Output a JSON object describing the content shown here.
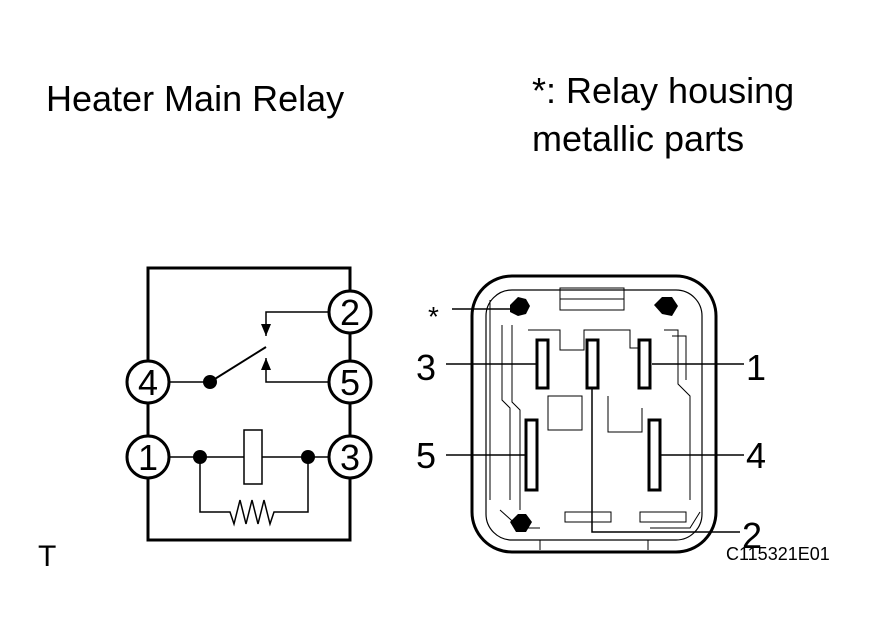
{
  "title": "Heater Main Relay",
  "note": {
    "line1": "*: Relay housing",
    "line2": "metallic parts",
    "marker": "*"
  },
  "corner_label": "T",
  "figure_code": "C115321E01",
  "schematic": {
    "terminals": [
      "2",
      "4",
      "5",
      "1",
      "3"
    ]
  },
  "connector": {
    "pins": [
      "3",
      "1",
      "5",
      "4",
      "2"
    ]
  }
}
